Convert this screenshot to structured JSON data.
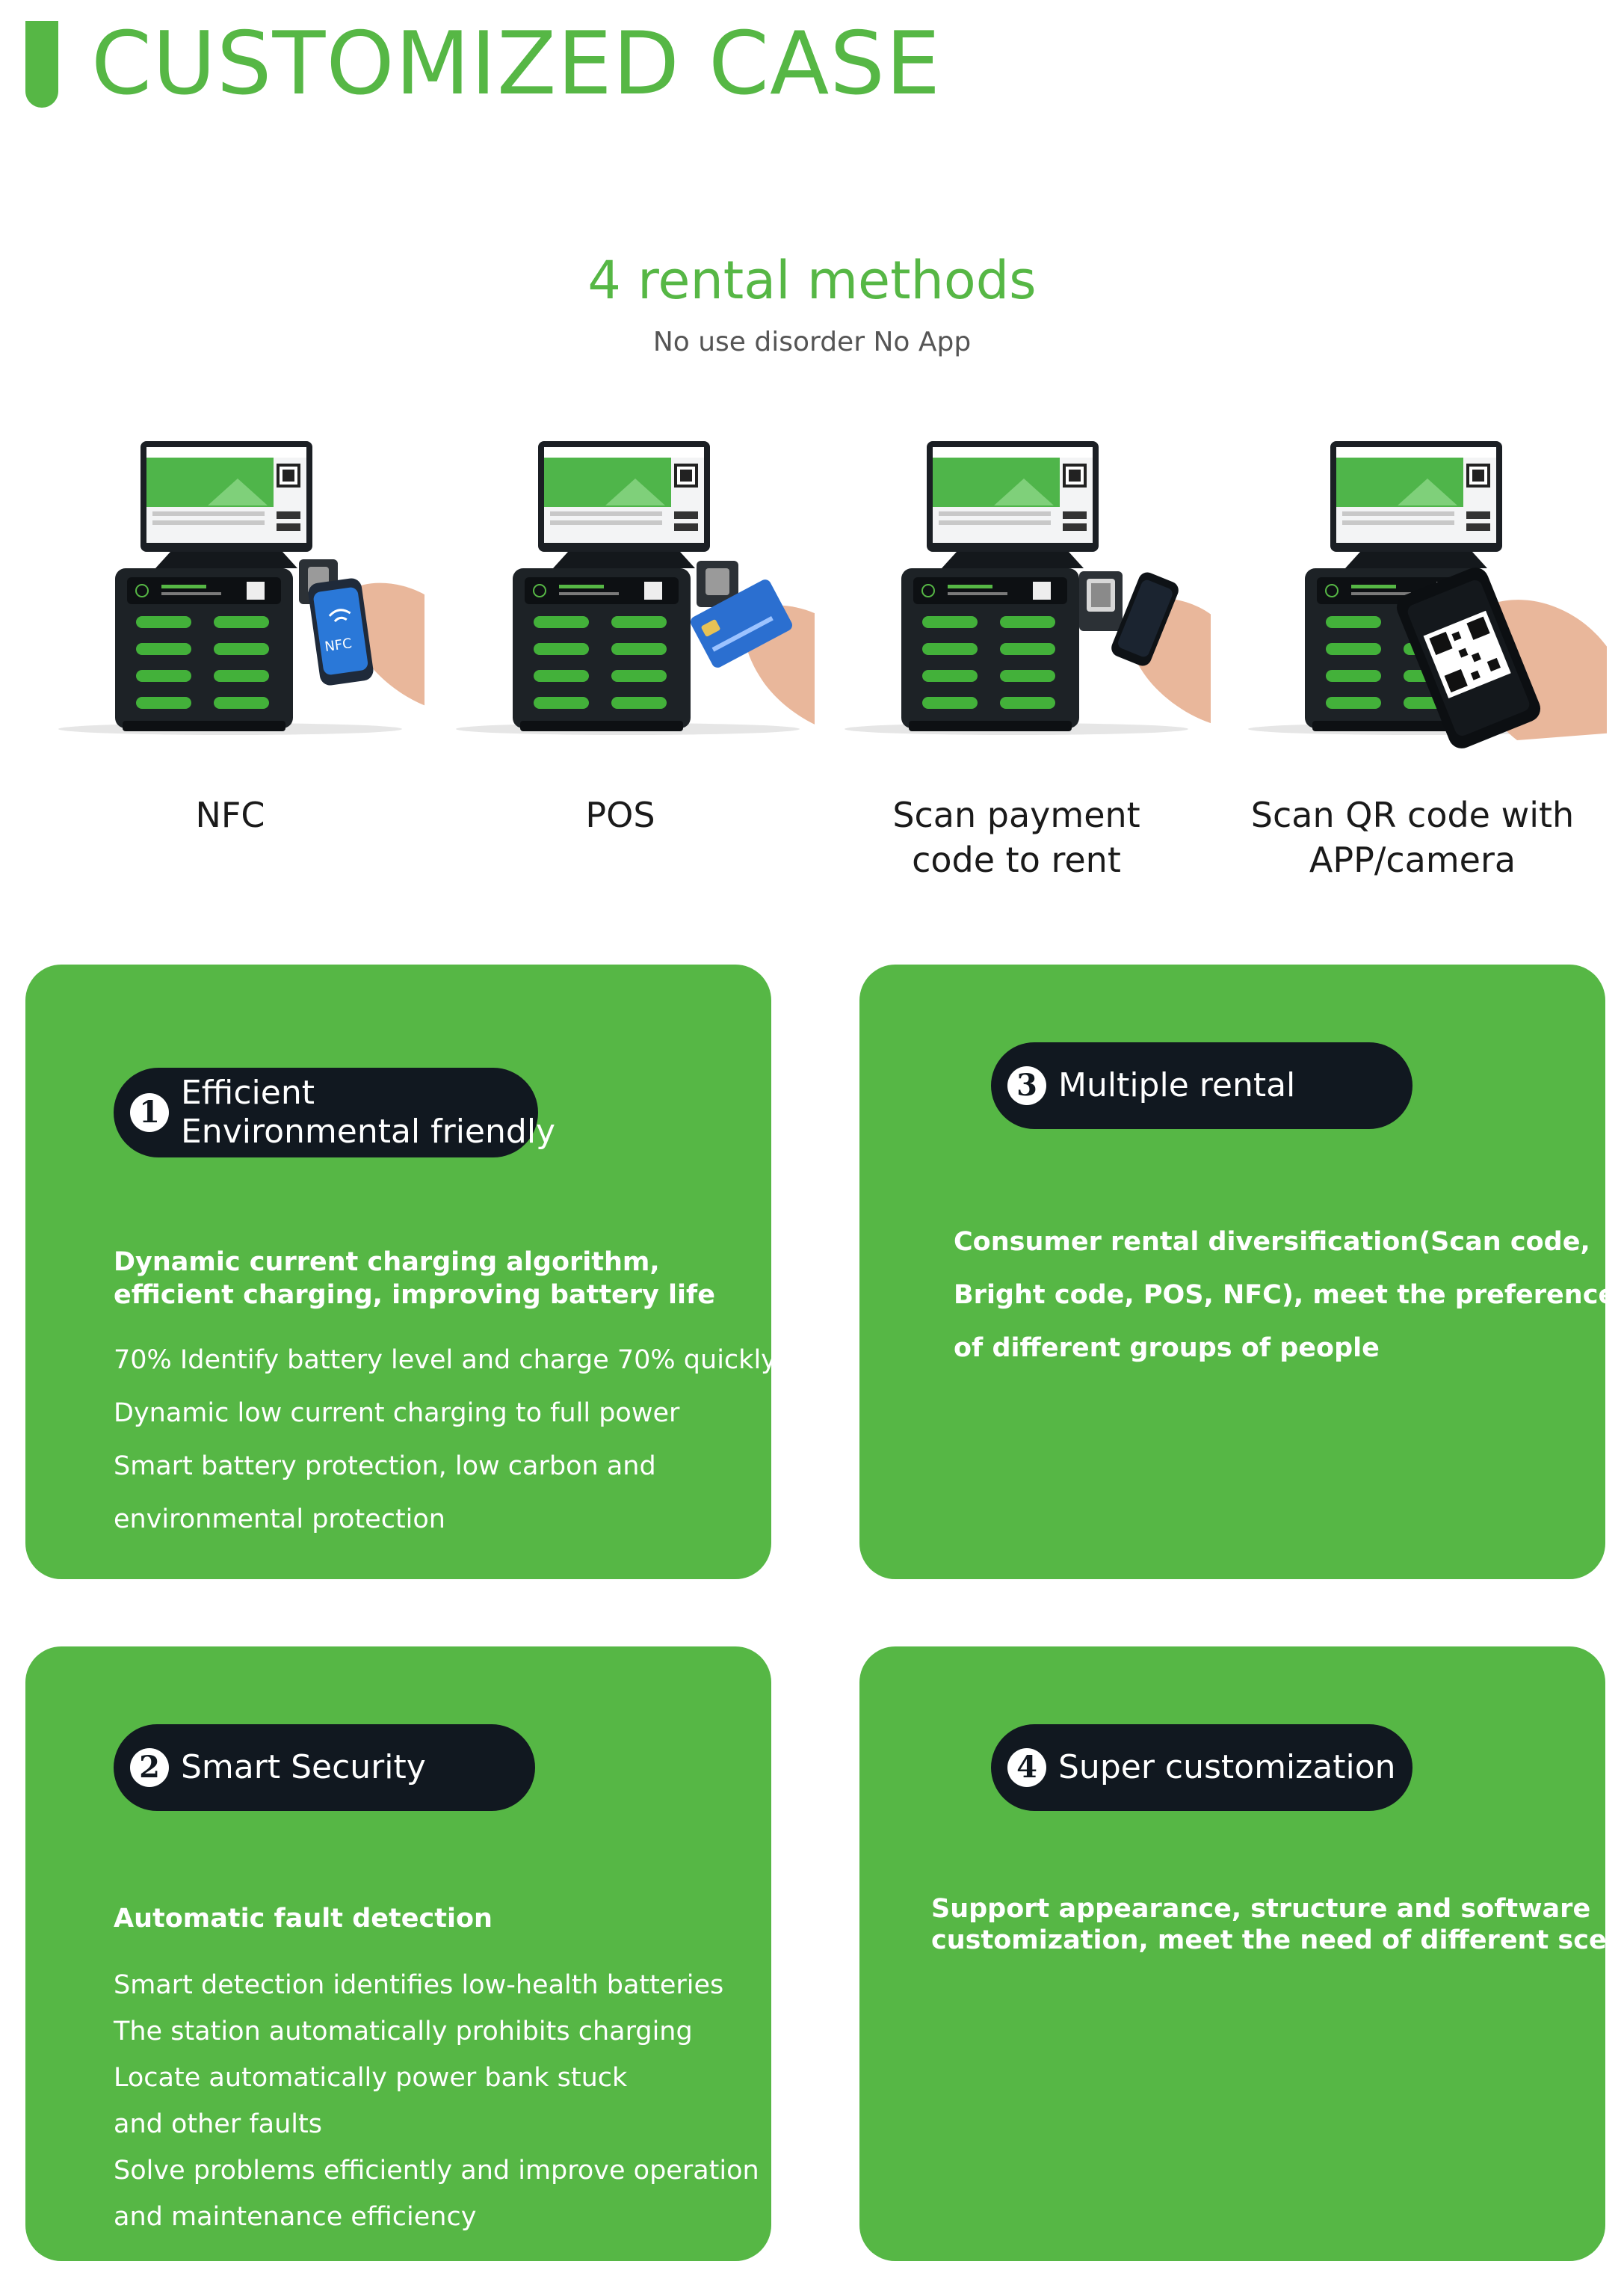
{
  "header": {
    "title": "CUSTOMIZED CASE"
  },
  "intro": {
    "heading": "4 rental methods",
    "subheading": "No use disorder  No App"
  },
  "colors": {
    "accent": "#56b745",
    "pill": "#111820",
    "text": "#1a1a1a"
  },
  "methods": [
    {
      "icon": "nfc-icon",
      "lines": [
        "NFC"
      ]
    },
    {
      "icon": "card-icon",
      "lines": [
        "POS"
      ]
    },
    {
      "icon": "scanner-icon",
      "lines": [
        "Scan payment",
        "code to rent"
      ]
    },
    {
      "icon": "qr-icon",
      "lines": [
        "Scan QR code with",
        "APP/camera"
      ]
    }
  ],
  "device_screen_labels": {
    "nfc_badge": "NFC"
  },
  "cards": [
    {
      "number": "1",
      "title_lines": [
        "Efficient",
        "Environmental friendly"
      ],
      "highlight_lines": [
        "Dynamic current charging algorithm,",
        "efficient charging, improving battery life"
      ],
      "body_lines": [
        "70% Identify battery level and charge 70% quickly",
        "Dynamic low current charging to full power",
        "Smart battery protection, low carbon and",
        "environmental protection"
      ]
    },
    {
      "number": "3",
      "title_lines": [
        "Multiple rental"
      ],
      "highlight_lines": [
        "Consumer rental diversification(Scan code,",
        "Bright code, POS, NFC), meet the preferences",
        "of different groups of people"
      ],
      "body_lines": []
    },
    {
      "number": "2",
      "title_lines": [
        "Smart Security"
      ],
      "highlight_lines": [
        "Automatic fault detection"
      ],
      "body_lines": [
        "Smart detection identifies low-health batteries",
        "The station automatically prohibits charging",
        "Locate automatically power bank stuck",
        "and other faults",
        "Solve problems efficiently and improve operation",
        "and maintenance efficiency"
      ]
    },
    {
      "number": "4",
      "title_lines": [
        "Super customization"
      ],
      "highlight_lines": [
        "Support appearance, structure and software",
        "customization, meet the need of different scenes."
      ],
      "body_lines": []
    }
  ]
}
